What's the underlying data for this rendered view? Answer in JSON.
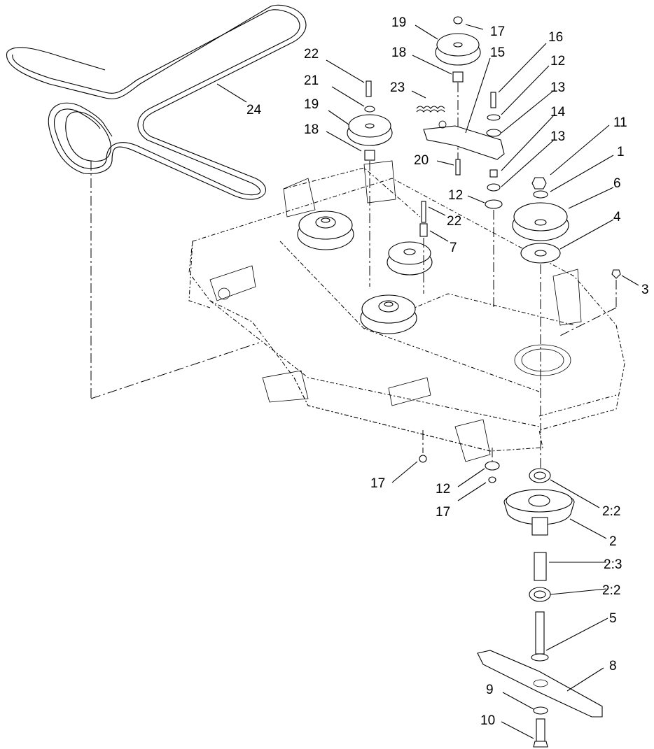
{
  "diagram": {
    "callouts": [
      {
        "id": "c24",
        "label": "24"
      },
      {
        "id": "c22a",
        "label": "22"
      },
      {
        "id": "c21",
        "label": "21"
      },
      {
        "id": "c19a",
        "label": "19"
      },
      {
        "id": "c18a",
        "label": "18"
      },
      {
        "id": "c19b",
        "label": "19"
      },
      {
        "id": "c17a",
        "label": "17"
      },
      {
        "id": "c18b",
        "label": "18"
      },
      {
        "id": "c15",
        "label": "15"
      },
      {
        "id": "c23",
        "label": "23"
      },
      {
        "id": "c16",
        "label": "16"
      },
      {
        "id": "c12a",
        "label": "12"
      },
      {
        "id": "c13a",
        "label": "13"
      },
      {
        "id": "c14",
        "label": "14"
      },
      {
        "id": "c13b",
        "label": "13"
      },
      {
        "id": "c11",
        "label": "11"
      },
      {
        "id": "c1",
        "label": "1"
      },
      {
        "id": "c6",
        "label": "6"
      },
      {
        "id": "c4",
        "label": "4"
      },
      {
        "id": "c20",
        "label": "20"
      },
      {
        "id": "c12b",
        "label": "12"
      },
      {
        "id": "c22b",
        "label": "22"
      },
      {
        "id": "c7",
        "label": "7"
      },
      {
        "id": "c3",
        "label": "3"
      },
      {
        "id": "c17b",
        "label": "17"
      },
      {
        "id": "c12c",
        "label": "12"
      },
      {
        "id": "c17c",
        "label": "17"
      },
      {
        "id": "c2_2a",
        "label": "2:2"
      },
      {
        "id": "c2",
        "label": "2"
      },
      {
        "id": "c2_3",
        "label": "2:3"
      },
      {
        "id": "c2_2b",
        "label": "2:2"
      },
      {
        "id": "c5",
        "label": "5"
      },
      {
        "id": "c8",
        "label": "8"
      },
      {
        "id": "c9",
        "label": "9"
      },
      {
        "id": "c10",
        "label": "10"
      }
    ]
  }
}
